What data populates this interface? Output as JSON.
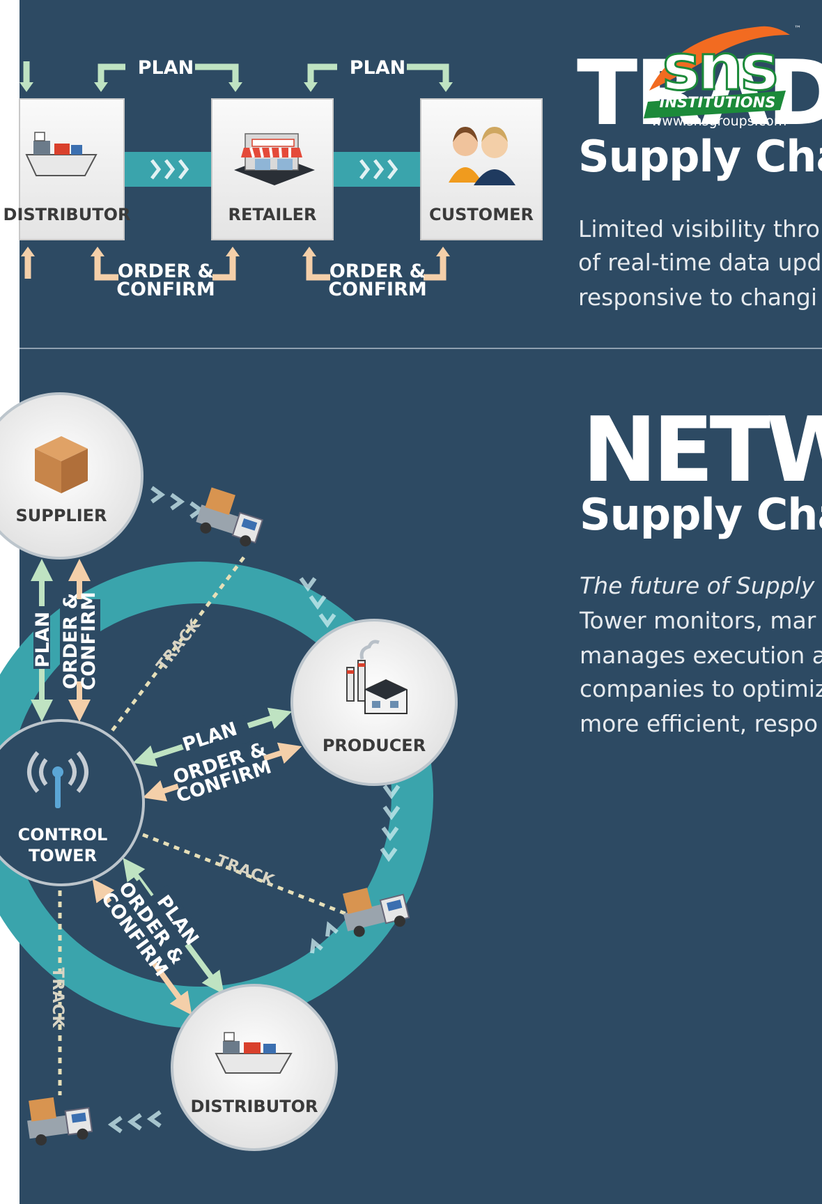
{
  "logo": {
    "brand": "sns",
    "subtitle": "INSTITUTIONS",
    "url": "www.snsgroups.com",
    "tm": "™"
  },
  "traditional": {
    "title": "TRAD",
    "subtitle": "Supply Cha",
    "description": [
      "Limited visibility thro",
      "of real-time data upd",
      "responsive to changi"
    ],
    "boxes": [
      {
        "label": "DISTRIBUTOR",
        "icon": "ship-icon"
      },
      {
        "label": "RETAILER",
        "icon": "shop-icon"
      },
      {
        "label": "CUSTOMER",
        "icon": "customers-icon"
      }
    ],
    "plan_label": "PLAN",
    "order_label_1": "ORDER &",
    "order_label_2": "CONFIRM"
  },
  "network": {
    "title": "NETW",
    "subtitle": "Supply Cha",
    "description_italic": "The future of Supply",
    "description": [
      "Tower monitors, mar",
      "manages execution a",
      "companies to optimiz",
      "more efficient, respo"
    ],
    "nodes": {
      "supplier": "SUPPLIER",
      "producer": "PRODUCER",
      "control_1": "CONTROL",
      "control_2": "TOWER",
      "distributor": "DISTRIBUTOR"
    },
    "plan_label": "PLAN",
    "order_label_1": "ORDER &",
    "order_label_2": "CONFIRM",
    "track_label": "TRACK"
  },
  "colors": {
    "background": "#2d4a63",
    "teal": "#3aa4ac",
    "plan_arrow": "#bfe3c2",
    "order_arrow": "#f4cfa9",
    "node_fill": "#eeeeee"
  }
}
